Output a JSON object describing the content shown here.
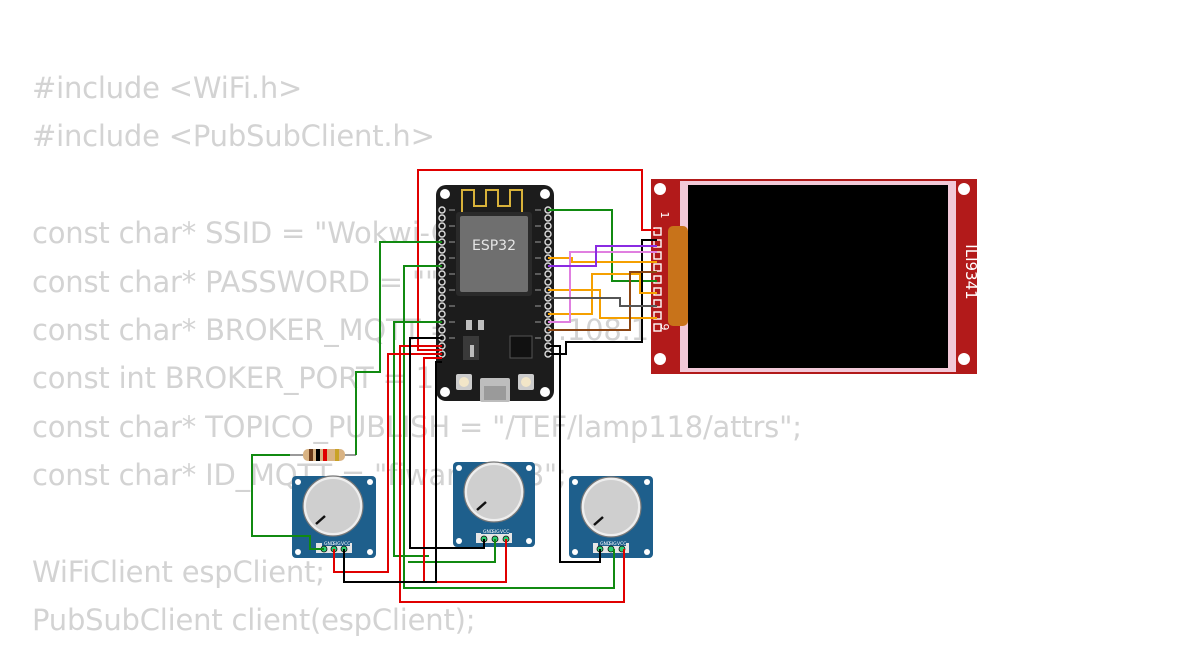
{
  "code_lines": [
    "#include <WiFi.h>",
    "#include <PubSubClient.h>",
    "",
    "const char* SSID = \"Wokwi-GUEST\";",
    "const char* PASSWORD = \"\";",
    "const char* BROKER_MQTT = \"46.17.108.113\";",
    "const int BROKER_PORT = 1883;",
    "const char* TOPICO_PUBLISH = \"/TEF/lamp118/attrs\";",
    "const char* ID_MQTT = \"fiware_118\";",
    "",
    "WiFiClient espClient;",
    "PubSubClient client(espClient);"
  ],
  "esp32": {
    "label": "ESP32"
  },
  "tft": {
    "label": "ILI9341",
    "pin_first": "1",
    "pin_last": "9"
  },
  "pot_pins": [
    "GND",
    "SIG",
    "VCC"
  ],
  "colors": {
    "code_text": "#d3d3d3",
    "board": "#1c1c1c",
    "chip": "#6f6f6f",
    "tft_board": "#b21a1a",
    "pot_board": "#1e5f8c",
    "wire_red": "#e00000",
    "wire_green": "#118a11",
    "wire_black": "#000000",
    "wire_orange": "#f5a000",
    "wire_pink": "#e07fe0",
    "wire_brown": "#8b4513",
    "wire_purple": "#8a2be2"
  }
}
